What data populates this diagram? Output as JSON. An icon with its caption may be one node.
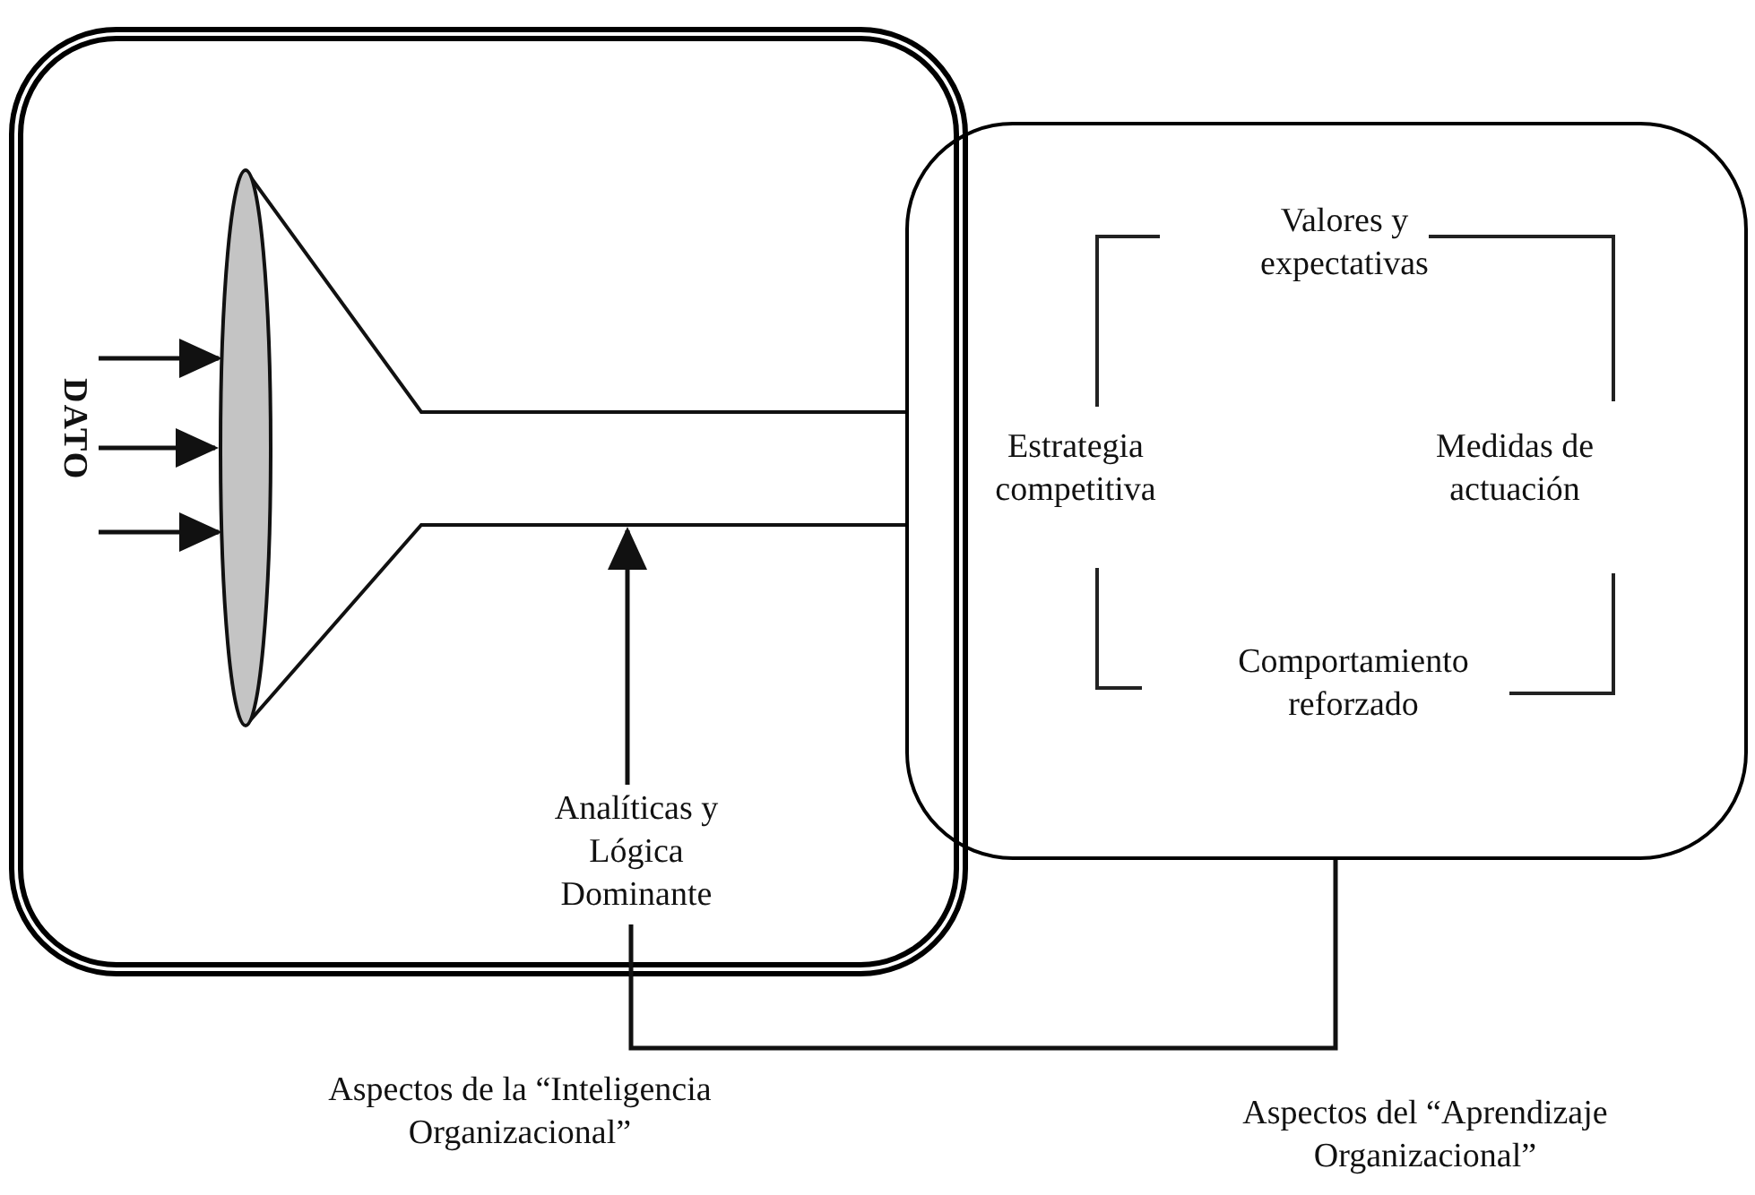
{
  "diagram": {
    "nodes": [
      {
        "text": [],
        "shape": "box",
        "beside": [
          "Aspectos de la “Inteligencia Organizacional”"
        ]
      },
      {
        "text": [],
        "shape": "box"
      },
      {
        "text": [],
        "shape": "picture",
        "in": 0
      },
      {
        "text": [
          "DATO"
        ],
        "in": 0
      },
      {
        "text": [
          "Analíticas y Lógica Dominante"
        ],
        "in": 0
      },
      {
        "text": [
          "Valores y expectativas"
        ],
        "in": 1
      },
      {
        "text": [
          "Estrategia competitiva"
        ],
        "in": 1
      },
      {
        "text": [
          "Medidas de actuación"
        ],
        "in": 1
      },
      {
        "text": [
          "Comportamiento reforzado"
        ],
        "in": 1
      }
    ],
    "edges": [
      {
        "from": 3,
        "to": 2,
        "arrow": "to"
      },
      {
        "from": 3,
        "to": 2,
        "arrow": "to"
      },
      {
        "from": 3,
        "to": 2,
        "arrow": "to"
      },
      {
        "from": 4,
        "to": 2,
        "arrow": "to"
      },
      {
        "from": 4,
        "to": 1,
        "arrow": "none"
      }
    ],
    "labels": [
      "Aspectos del “Aprendizaje Organizacional”"
    ]
  }
}
